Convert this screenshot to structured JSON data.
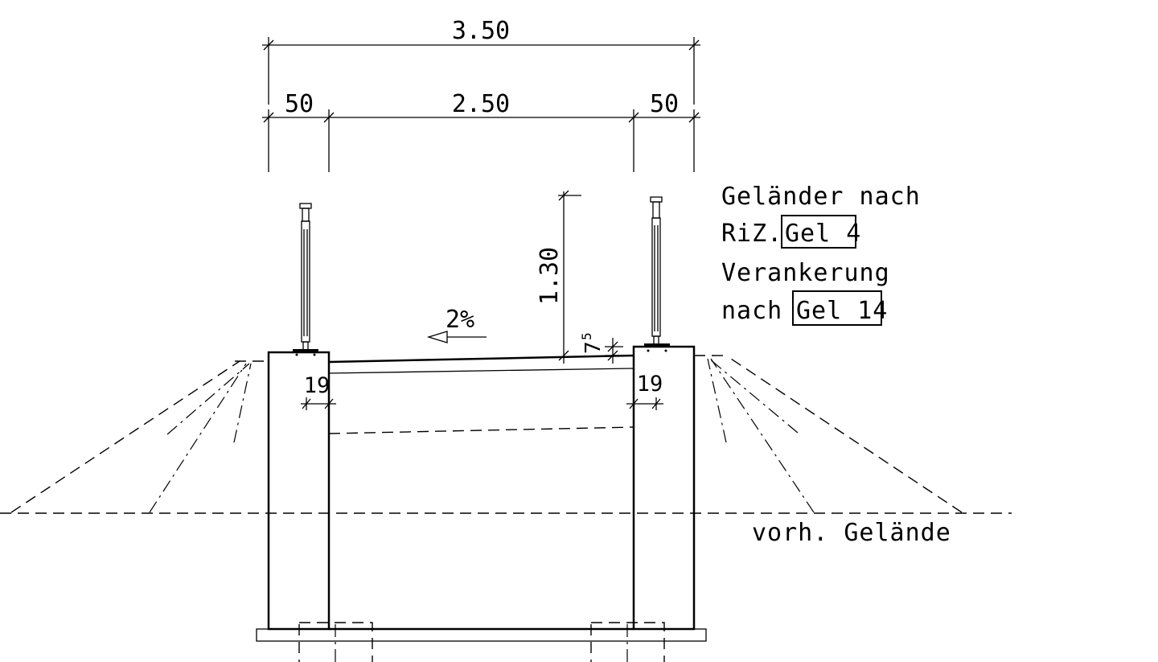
{
  "dimensions": {
    "overall_width": "3.50",
    "left_cap_width": "50",
    "deck_width": "2.50",
    "right_cap_width": "50",
    "railing_height": "1.30",
    "cap_offset": "7",
    "cap_offset_sup": "5",
    "left_inset": "19",
    "right_inset": "19"
  },
  "slope": {
    "label": "2%"
  },
  "notes": {
    "railing_line1": "Geländer nach",
    "railing_line2_prefix": "RiZ.",
    "railing_ref": "Gel 4",
    "anchor_line1": "Verankerung",
    "anchor_line2_prefix": "nach",
    "anchor_ref": "Gel 14"
  },
  "ground": {
    "label": "vorh. Gelände"
  }
}
